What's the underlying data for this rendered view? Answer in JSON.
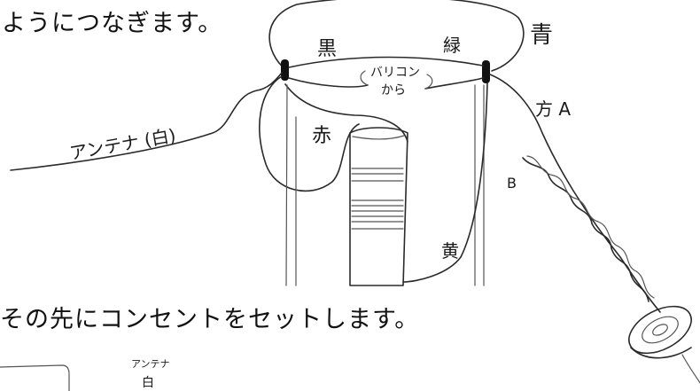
{
  "instructions": {
    "top_line": "ようにつなぎます。",
    "bottom_line": "その先にコンセントをセットします。"
  },
  "labels": {
    "black": "黒",
    "green": "緑",
    "blue": "青",
    "varicon_line1": "バリコン",
    "varicon_line2": "から",
    "red": "赤",
    "antenna_white": "アンテナ (白)",
    "direction_a": "方 A",
    "direction_b": "B",
    "yellow": "黄",
    "antenna_small": "アンテナ",
    "white_small": "白"
  },
  "colors": {
    "ink": "#1a1a1a",
    "paper": "#ffffff"
  }
}
